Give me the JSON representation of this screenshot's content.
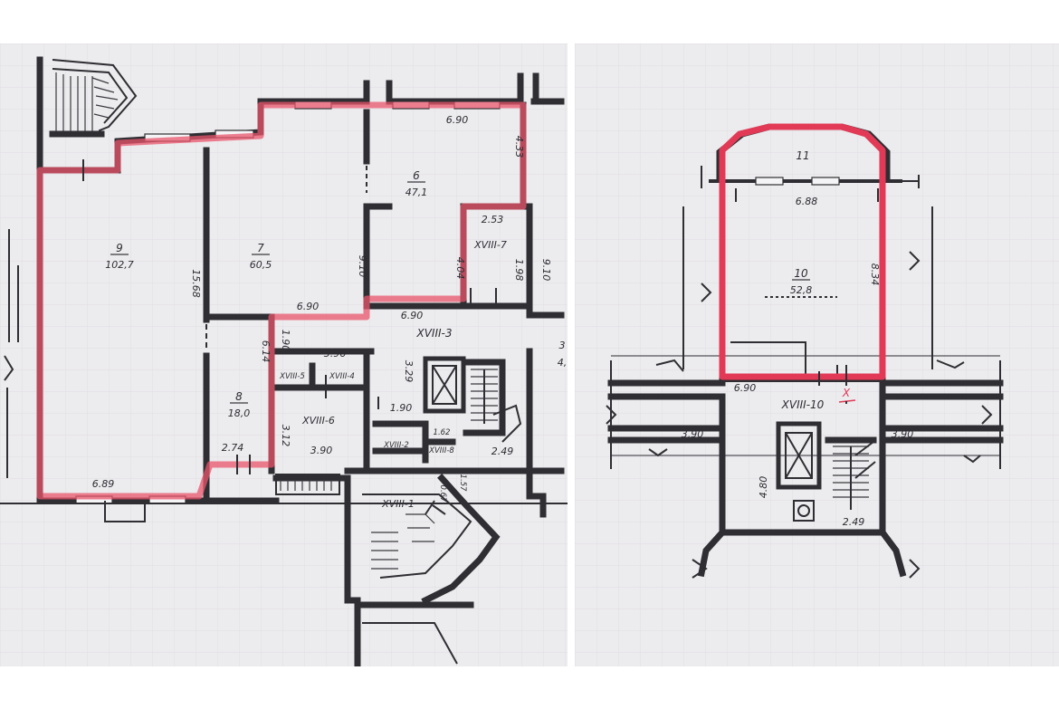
{
  "left_plan": {
    "rooms": [
      {
        "id": "room-9",
        "number": "9",
        "area": "102,7"
      },
      {
        "id": "room-7",
        "number": "7",
        "area": "60,5"
      },
      {
        "id": "room-6",
        "number": "6",
        "area": "47,1"
      },
      {
        "id": "room-8",
        "number": "8",
        "area": "18,0"
      }
    ],
    "zones": [
      "XVIII-7",
      "XVIII-3",
      "XVIII-5",
      "XVIII-4",
      "XVIII-6",
      "XVIII-2",
      "XVIII-8",
      "XVIII-1"
    ],
    "dimensions": [
      "6.90",
      "4.33",
      "2.53",
      "4.04",
      "1.98",
      "9.10",
      "9.10",
      "15.68",
      "6.90",
      "6.90",
      "1.90",
      "6.14",
      "3.96",
      "3.29",
      "1.90",
      "1.62",
      "3.12",
      "3.90",
      "2.74",
      "2.49",
      "6.89",
      "0.67",
      "1.57",
      "3",
      "4,"
    ]
  },
  "right_plan": {
    "rooms": [
      {
        "id": "room-11",
        "number": "11"
      },
      {
        "id": "room-10",
        "number": "10",
        "area": "52,8"
      }
    ],
    "zones": [
      "XVIII-10"
    ],
    "mark": "X",
    "dimensions": [
      "6.88",
      "8.34",
      "6.90",
      "3.90",
      "3.90",
      "4.80",
      "2.49"
    ]
  },
  "colors": {
    "highlight": "#e23a56",
    "wall": "#2e2e33",
    "paper": "#ecebed"
  }
}
